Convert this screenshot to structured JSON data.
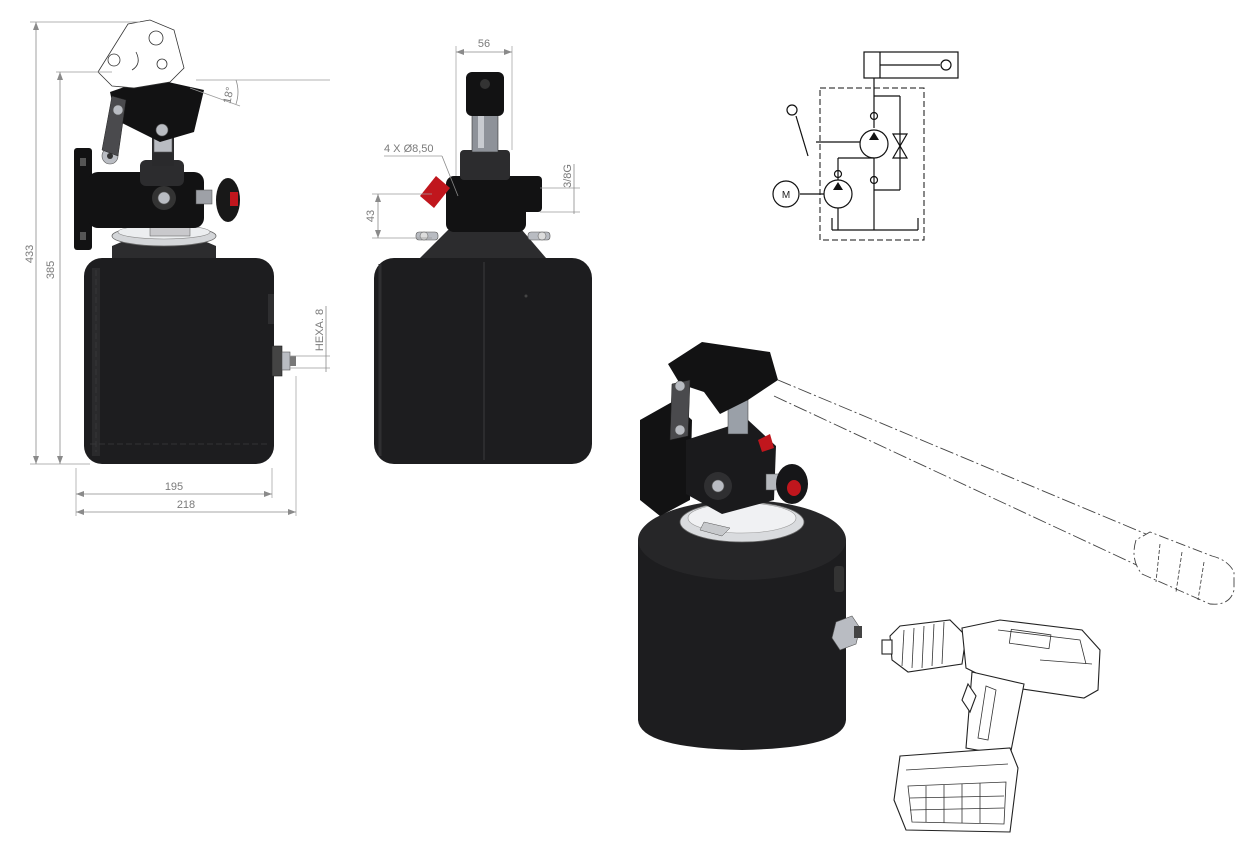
{
  "side_view": {
    "dim_total_height": "433",
    "dim_tank_height": "385",
    "dim_angle": "18°",
    "dim_tank_width": "195",
    "dim_overall_width": "218",
    "dim_drain_plug": "HEXA. 8"
  },
  "front_view": {
    "dim_top_width": "56",
    "dim_mount_holes": "4 X Ø8,50",
    "dim_mount_height": "43",
    "dim_port_size": "3/8G"
  },
  "schematic": {
    "motor_label": "M"
  },
  "colors": {
    "body": "#1d1d1f",
    "accent_red": "#c0161d",
    "metal": "#b9bcc2",
    "dimension_gray": "#7a7a7a"
  }
}
